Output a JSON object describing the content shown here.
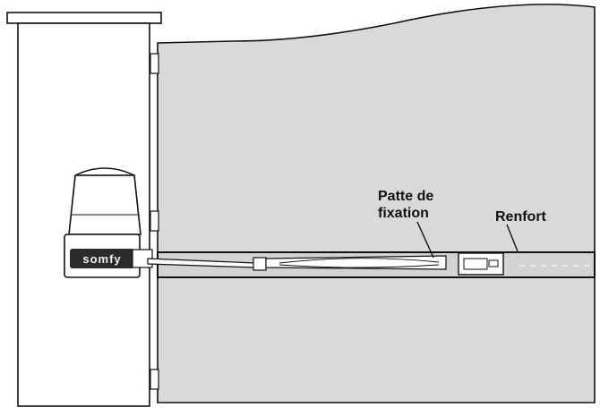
{
  "diagram": {
    "labels": {
      "bracket_line1": "Patte de",
      "bracket_line2": "fixation",
      "reinforcement": "Renfort"
    },
    "brand": "somfy",
    "colors": {
      "gate_fill": "#d9d9d9",
      "outline": "#111111",
      "pillar_fill": "#ffffff",
      "motor_dark": "#2b2b2b"
    }
  }
}
